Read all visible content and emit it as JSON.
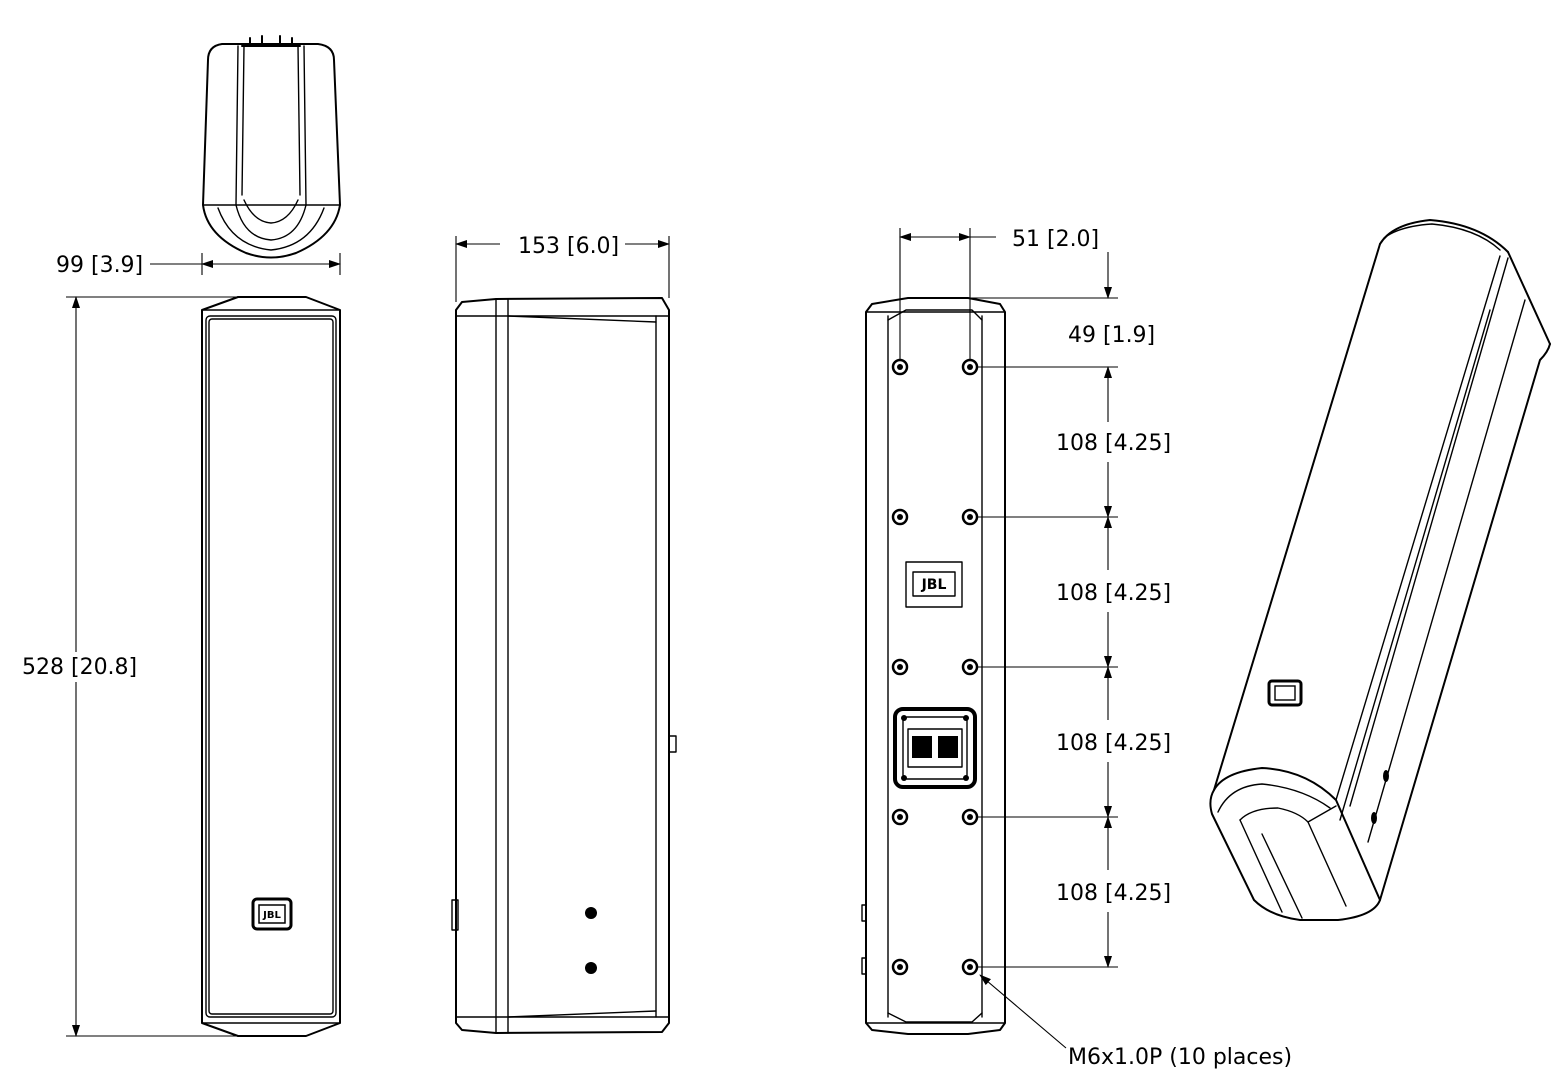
{
  "brand": {
    "logo_text": "JBL"
  },
  "top_view": {
    "width_label": "99 [3.9]"
  },
  "front_view": {
    "height_label": "528 [20.8]"
  },
  "side_view": {
    "depth_label": "153 [6.0]"
  },
  "rear_view": {
    "hole_spacing_label": "51 [2.0]",
    "top_offset_label": "49 [1.9]",
    "pitch_labels": [
      "108 [4.25]",
      "108 [4.25]",
      "108 [4.25]",
      "108 [4.25]"
    ],
    "thread_callout": "M6x1.0P (10 places)"
  }
}
